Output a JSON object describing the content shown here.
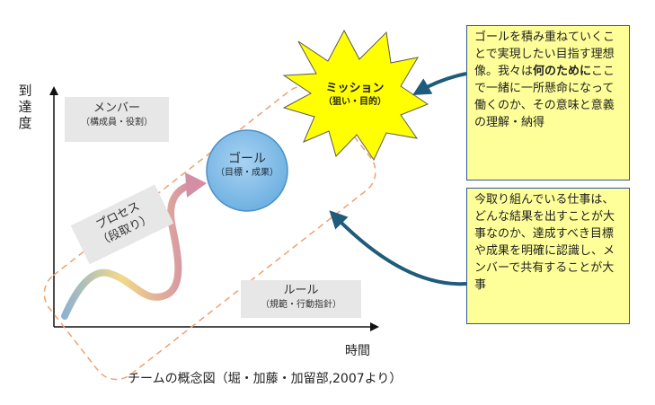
{
  "axes": {
    "y_label": "到達度",
    "x_label": "時間"
  },
  "boxes": {
    "member": {
      "label": "メンバー",
      "sub": "（構成員・役割）"
    },
    "rule": {
      "label": "ルール",
      "sub": "（規範・行動指針）"
    },
    "process": {
      "label": "プロセス",
      "sub": "（段取り）"
    }
  },
  "goal": {
    "label": "ゴール",
    "sub": "（目標・成果）"
  },
  "mission": {
    "label": "ミッション",
    "sub": "（狙い・目的）"
  },
  "notes": {
    "mission_note": {
      "before": "ゴールを積み重ねていくことで実現したい目指す理想像。我々は",
      "bold": "何のために",
      "after": "ここで一緒に一所懸命になって働くのか、その意味と意義の理解・納得"
    },
    "goal_note": {
      "text": "今取り組んでいる仕事は、どんな結果を出すことが大事なのか、達成すべき目標や成果を明確に認識し、メンバーで共有することが大事"
    }
  },
  "caption": "チームの概念図（堀・加藤・加留部,2007より）",
  "colors": {
    "star_fill": "#ffff00",
    "goal_fill": "#7cb8e6",
    "arrow": "#1f5b7a",
    "dashed_border": "#f0a070",
    "note_fill": "#ffff99",
    "note_border": "#2f5597",
    "gray_box": "#e7e7e7"
  }
}
